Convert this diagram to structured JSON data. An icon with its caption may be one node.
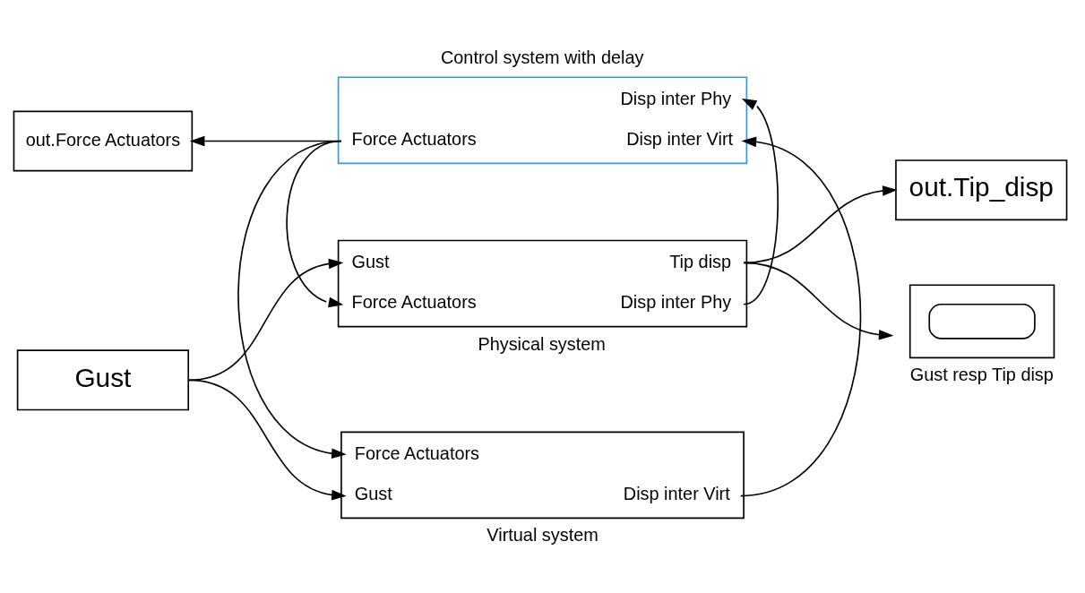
{
  "diagram": {
    "nodes": [
      {
        "text": [
          "Gust"
        ]
      },
      {
        "text": [
          "Gust",
          "Force Actuators",
          "Tip disp",
          "Disp inter Phy"
        ],
        "beside": [
          "Physical system"
        ]
      },
      {
        "text": [
          "out.Tip_disp"
        ]
      },
      {
        "text": [],
        "shape": "box",
        "beside": [
          "Gust resp Tip disp"
        ]
      },
      {
        "text": [
          "Disp inter Phy",
          "Force Actuators",
          "Disp inter Virt"
        ],
        "beside": [
          "Control system with delay"
        ]
      },
      {
        "text": [
          "out.Force Actuators"
        ]
      },
      {
        "text": [
          "Force Actuators",
          "Gust",
          "Disp inter Virt"
        ],
        "beside": [
          "Virtual system"
        ]
      }
    ],
    "edges": [
      {
        "from": 0,
        "to": 1,
        "arrow": "to"
      },
      {
        "from": 0,
        "to": 6,
        "arrow": "to"
      },
      {
        "from": 1,
        "to": 2,
        "arrow": "to"
      },
      {
        "from": 1,
        "to": 3,
        "arrow": "to"
      },
      {
        "from": 1,
        "to": 4,
        "arrow": "to"
      },
      {
        "from": 4,
        "to": 5,
        "arrow": "to"
      },
      {
        "from": 4,
        "to": 1,
        "arrow": "to"
      },
      {
        "from": 4,
        "to": 6,
        "arrow": "to"
      },
      {
        "from": 6,
        "to": 4,
        "arrow": "to"
      }
    ]
  }
}
